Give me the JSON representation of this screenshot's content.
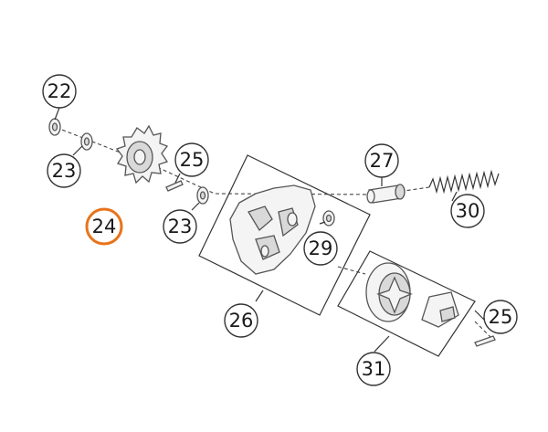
{
  "accent_color": "#e8731a",
  "callouts": [
    {
      "id": "c22a",
      "label": "22",
      "highlighted": false
    },
    {
      "id": "c23a",
      "label": "23",
      "highlighted": false
    },
    {
      "id": "c24",
      "label": "24",
      "highlighted": true
    },
    {
      "id": "c25a",
      "label": "25",
      "highlighted": false
    },
    {
      "id": "c23b",
      "label": "23",
      "highlighted": false
    },
    {
      "id": "c27",
      "label": "27",
      "highlighted": false
    },
    {
      "id": "c30",
      "label": "30",
      "highlighted": false
    },
    {
      "id": "c29",
      "label": "29",
      "highlighted": false
    },
    {
      "id": "c26",
      "label": "26",
      "highlighted": false
    },
    {
      "id": "c25b",
      "label": "25",
      "highlighted": false
    },
    {
      "id": "c31",
      "label": "31",
      "highlighted": false
    }
  ]
}
